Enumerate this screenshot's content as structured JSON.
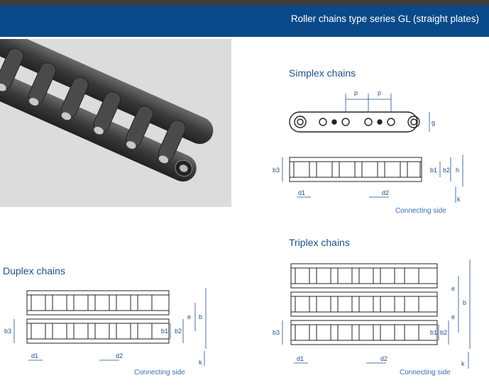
{
  "header": {
    "title": "Roller chains type series GL (straight plates)"
  },
  "photo": {
    "alt": ""
  },
  "simplex": {
    "title": "Simplex chains",
    "labels": {
      "p1": "p",
      "p2": "p",
      "g": "g",
      "b3": "b3",
      "b1": "b1",
      "b2": "b2",
      "h": "h",
      "d1": "d1",
      "d2": "d2",
      "k": "k"
    },
    "caption": "Connecting side"
  },
  "duplex": {
    "title": "Duplex chains",
    "labels": {
      "b3": "b3",
      "b1": "b1",
      "b2": "b2",
      "e": "e",
      "b": "b",
      "d1": "d1",
      "d2": "d2",
      "k": "k"
    },
    "caption": "Connecting side"
  },
  "triplex": {
    "title": "Triplex chains",
    "labels": {
      "b3": "b3",
      "b1": "b1",
      "b2": "b2",
      "e1": "e",
      "e2": "e",
      "b": "b",
      "d1": "d1",
      "d2": "d2",
      "k": "k"
    },
    "caption": "Connecting side"
  }
}
